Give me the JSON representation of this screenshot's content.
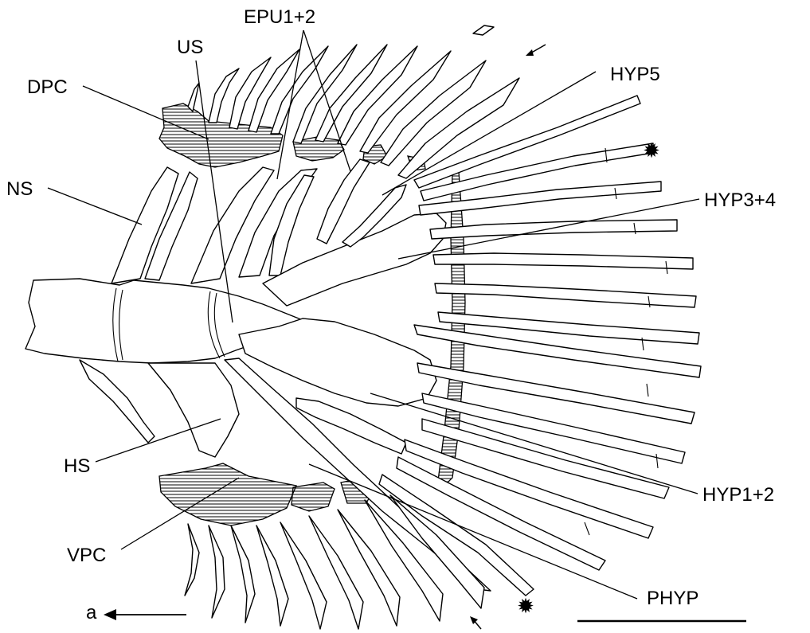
{
  "labels": {
    "epu": "EPU1+2",
    "us": "US",
    "dpc": "DPC",
    "hyp5": "HYP5",
    "ns": "NS",
    "hyp34": "HYP3+4",
    "hs": "HS",
    "hyp12": "HYP1+2",
    "vpc": "VPC",
    "phyp": "PHYP",
    "anterior": "a"
  }
}
